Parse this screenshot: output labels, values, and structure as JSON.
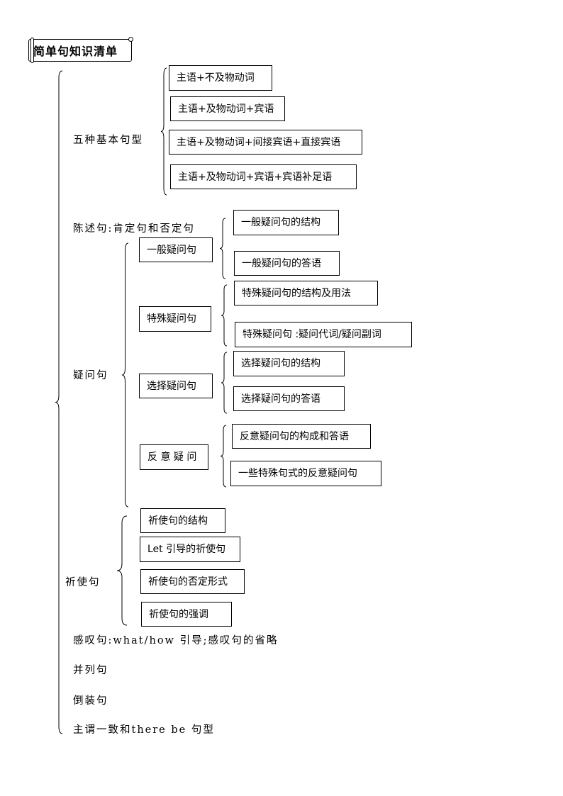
{
  "title": "简单句知识清单",
  "five_patterns": {
    "label": "五种基本句型",
    "items": [
      "主语+不及物动词",
      "主语+及物动词+宾语",
      "主语+及物动词+间接宾语+直接宾语",
      "主语+及物动词+宾语+宾语补足语"
    ]
  },
  "declarative": {
    "label": "陈述句:肯定句和否定句"
  },
  "interrogative": {
    "label": "疑问句",
    "groups": [
      {
        "label": "一般疑问句",
        "items": [
          "一般疑问句的结构",
          "一般疑问句的答语"
        ]
      },
      {
        "label": "特殊疑问句",
        "items": [
          "特殊疑问句的结构及用法",
          "特殊疑问句 :疑问代词/疑问副词"
        ]
      },
      {
        "label": "选择疑问句",
        "items": [
          "选择疑问句的结构",
          "选择疑问句的答语"
        ]
      },
      {
        "label": "反 意 疑 问",
        "items": [
          "反意疑问句的构成和答语",
          "一些特殊句式的反意疑问句"
        ]
      }
    ]
  },
  "imperative": {
    "label": "祈使句",
    "items": [
      "祈使句的结构",
      "Let 引导的祈使句",
      "祈使句的否定形式",
      "祈使句的强调"
    ]
  },
  "others": [
    "感叹句:what/how  引导;感叹句的省略",
    "并列句",
    "倒装句",
    "主谓一致和there be 句型"
  ]
}
